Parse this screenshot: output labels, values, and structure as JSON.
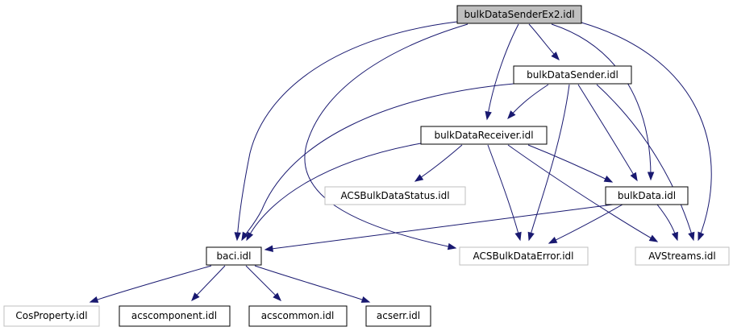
{
  "graph": {
    "nodes": {
      "sender_ex2": {
        "label": "bulkDataSenderEx2.idl"
      },
      "sender": {
        "label": "bulkDataSender.idl"
      },
      "receiver": {
        "label": "bulkDataReceiver.idl"
      },
      "status": {
        "label": "ACSBulkDataStatus.idl"
      },
      "bulkdata": {
        "label": "bulkData.idl"
      },
      "baci": {
        "label": "baci.idl"
      },
      "error": {
        "label": "ACSBulkDataError.idl"
      },
      "avstreams": {
        "label": "AVStreams.idl"
      },
      "cosproperty": {
        "label": "CosProperty.idl"
      },
      "acscomponent": {
        "label": "acscomponent.idl"
      },
      "acscommon": {
        "label": "acscommon.idl"
      },
      "acserr": {
        "label": "acserr.idl"
      }
    },
    "edges": [
      {
        "from": "sender_ex2",
        "to": "sender"
      },
      {
        "from": "sender_ex2",
        "to": "receiver"
      },
      {
        "from": "sender_ex2",
        "to": "bulkdata"
      },
      {
        "from": "sender_ex2",
        "to": "baci"
      },
      {
        "from": "sender_ex2",
        "to": "error"
      },
      {
        "from": "sender_ex2",
        "to": "avstreams"
      },
      {
        "from": "sender",
        "to": "receiver"
      },
      {
        "from": "sender",
        "to": "bulkdata"
      },
      {
        "from": "sender",
        "to": "baci"
      },
      {
        "from": "sender",
        "to": "error"
      },
      {
        "from": "sender",
        "to": "avstreams"
      },
      {
        "from": "receiver",
        "to": "status"
      },
      {
        "from": "receiver",
        "to": "bulkdata"
      },
      {
        "from": "receiver",
        "to": "baci"
      },
      {
        "from": "receiver",
        "to": "error"
      },
      {
        "from": "receiver",
        "to": "avstreams"
      },
      {
        "from": "bulkdata",
        "to": "baci"
      },
      {
        "from": "bulkdata",
        "to": "error"
      },
      {
        "from": "bulkdata",
        "to": "avstreams"
      },
      {
        "from": "baci",
        "to": "cosproperty"
      },
      {
        "from": "baci",
        "to": "acscomponent"
      },
      {
        "from": "baci",
        "to": "acscommon"
      },
      {
        "from": "baci",
        "to": "acserr"
      }
    ],
    "colors": {
      "edge": "#191970",
      "node_border": "#000000",
      "node_border_external": "#bfbfbf",
      "node_fill": "#ffffff",
      "node_fill_focus": "#bfbfbf"
    }
  }
}
